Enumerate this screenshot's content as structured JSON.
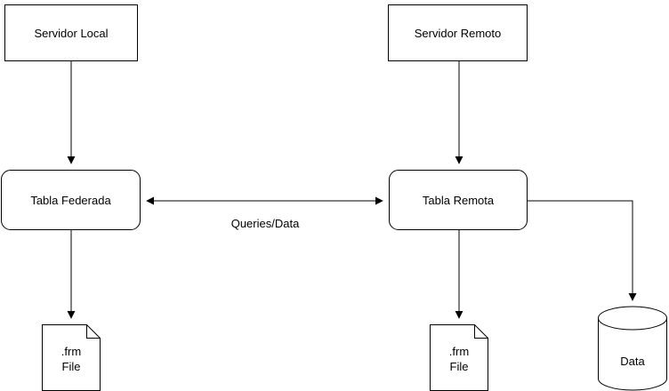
{
  "diagram": {
    "nodes": {
      "servidor_local": {
        "label": "Servidor Local"
      },
      "servidor_remoto": {
        "label": "Servidor Remoto"
      },
      "tabla_federada": {
        "label": "Tabla Federada"
      },
      "tabla_remota": {
        "label": "Tabla Remota"
      },
      "frm_local": {
        "line1": ".frm",
        "line2": "File"
      },
      "frm_remote": {
        "line1": ".frm",
        "line2": "File"
      },
      "data_store": {
        "label": "Data"
      }
    },
    "edge_labels": {
      "queries_data": "Queries/Data"
    },
    "colors": {
      "stroke": "#000000",
      "fill": "#ffffff",
      "text": "#000000"
    }
  }
}
